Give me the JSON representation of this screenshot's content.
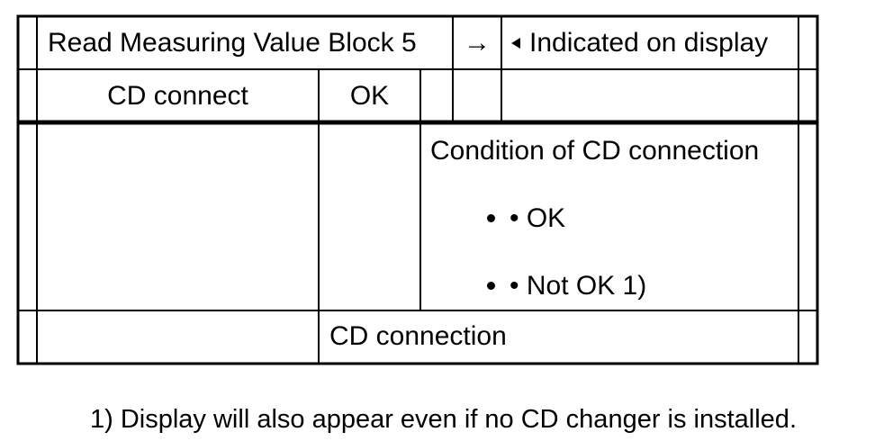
{
  "header": {
    "block_label": "Read Measuring Value Block 5",
    "arrow": "→",
    "indicated_label": "Indicated on display"
  },
  "row_values": {
    "field_name": "CD connect",
    "field_value": "OK"
  },
  "description": {
    "heading": "Condition of CD connection",
    "options": [
      "• OK",
      "• Not OK 1)"
    ]
  },
  "footer_row": {
    "label": "CD connection"
  },
  "footnote": "1) Display will also appear even if no CD changer is installed."
}
